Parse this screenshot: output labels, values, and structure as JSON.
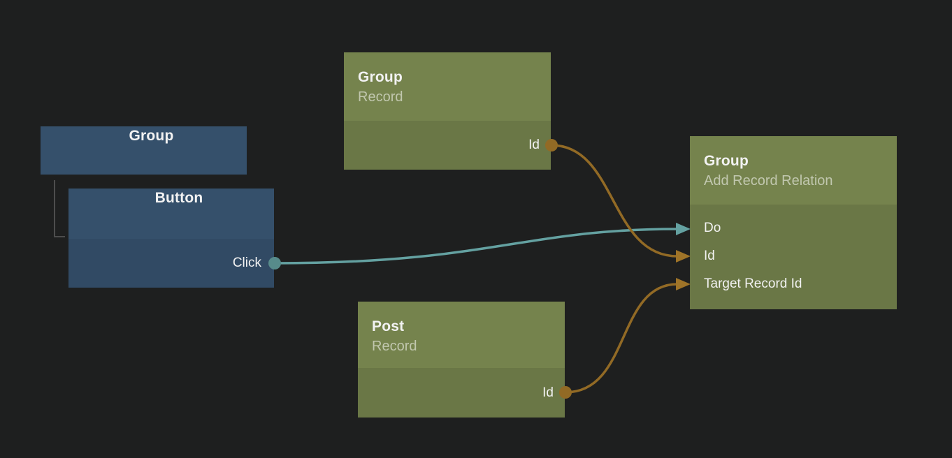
{
  "colors": {
    "canvasBg": "#1e1f1f",
    "greenHeader": "#75834d",
    "greenBody": "#6a7746",
    "blueHeader": "#35506b",
    "blueBody": "#314a64",
    "teal": "#64a1a1",
    "tealDot": "#578b8b",
    "orange": "#926a25",
    "orangeArrow": "#9f7428",
    "treeLine": "#4d4d4d",
    "titleText": "#f2f2f2",
    "subtitleText": "rgba(255,255,255,0.55)",
    "portText": "#f2f2f2"
  },
  "nodes": {
    "groupElement": {
      "title": "Group"
    },
    "buttonElement": {
      "title": "Button",
      "ports": {
        "click": "Click"
      }
    },
    "groupRecord": {
      "title": "Group",
      "subtitle": "Record",
      "ports": {
        "id": "Id"
      }
    },
    "postRecord": {
      "title": "Post",
      "subtitle": "Record",
      "ports": {
        "id": "Id"
      }
    },
    "groupAddRecordRelation": {
      "title": "Group",
      "subtitle": "Add Record Relation",
      "ports": {
        "do": "Do",
        "id": "Id",
        "targetRecordId": "Target Record Id"
      }
    }
  },
  "hierarchy": [
    {
      "parent": "groupElement",
      "child": "buttonElement"
    }
  ],
  "connections": [
    {
      "from": "buttonElement.click",
      "to": "groupAddRecordRelation.do",
      "color": "teal"
    },
    {
      "from": "groupRecord.id",
      "to": "groupAddRecordRelation.id",
      "color": "orange"
    },
    {
      "from": "postRecord.id",
      "to": "groupAddRecordRelation.targetRecordId",
      "color": "orange"
    }
  ]
}
